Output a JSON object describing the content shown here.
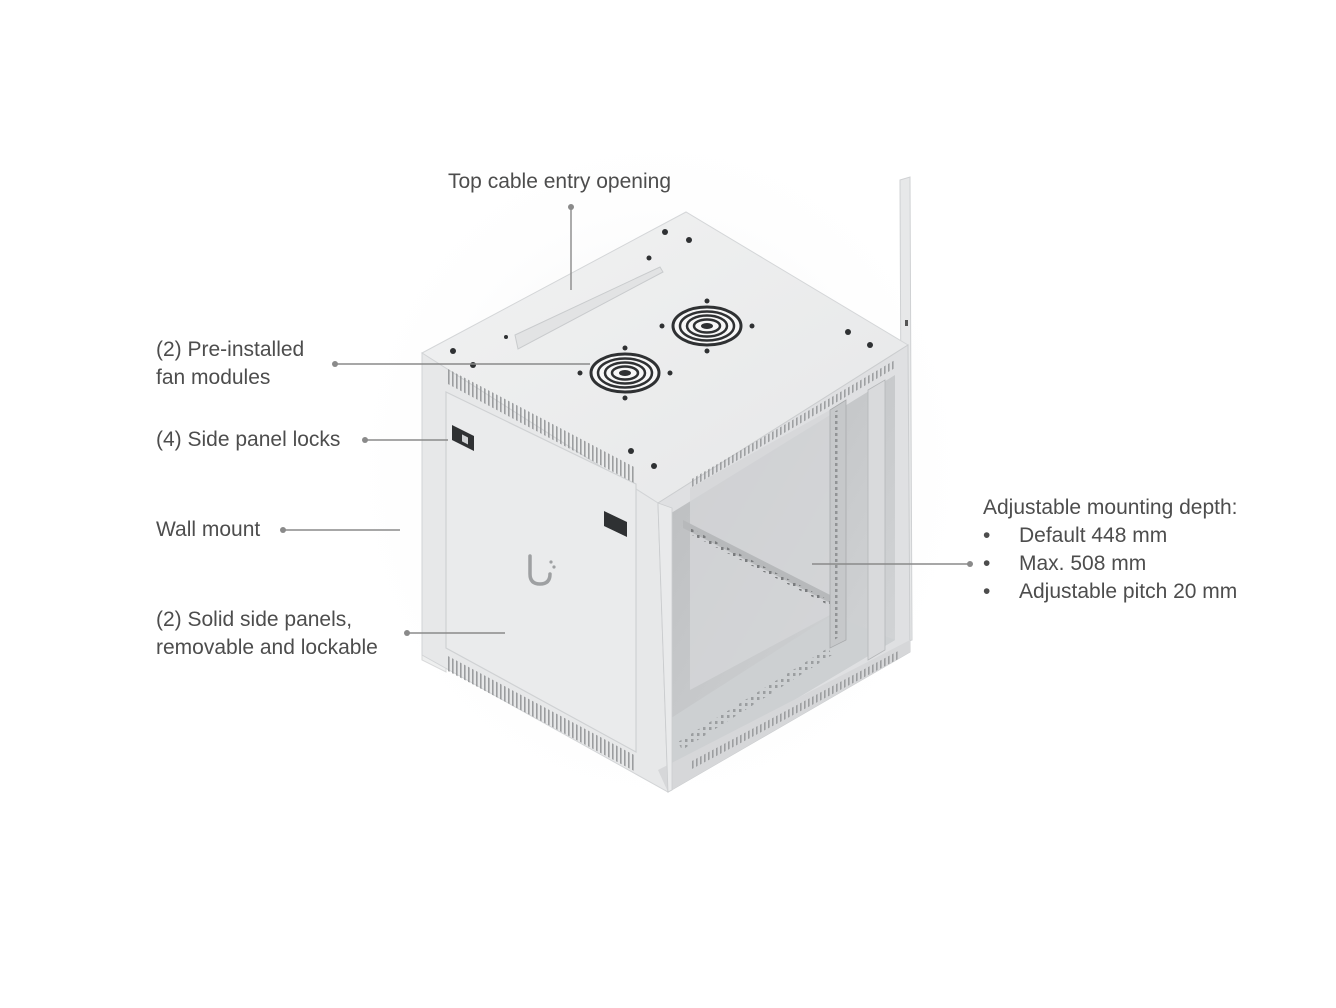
{
  "callouts": {
    "top_cable": "Top cable entry opening",
    "fans_line1": "(2) Pre-installed",
    "fans_line2": "fan modules",
    "locks": "(4) Side panel locks",
    "wall_mount": "Wall mount",
    "panels_line1": "(2) Solid side panels,",
    "panels_line2": "removable and lockable",
    "depth_title": "Adjustable mounting depth:",
    "depth_items": [
      "Default 448 mm",
      "Max. 508 mm",
      "Adjustable pitch 20 mm"
    ],
    "bullet": "•"
  },
  "colors": {
    "leader": "#8a8a8a",
    "cabinet_top": "#eceded",
    "cabinet_side": "#e4e5e6",
    "cabinet_front": "#dcdddf",
    "interior": "#c9cbcd",
    "vent": "#9a9c9e",
    "dark": "#2f3133"
  },
  "icons": {
    "logo": "ubiquiti-logo-icon",
    "fan": "fan-grille-icon",
    "lock": "lock-icon"
  }
}
